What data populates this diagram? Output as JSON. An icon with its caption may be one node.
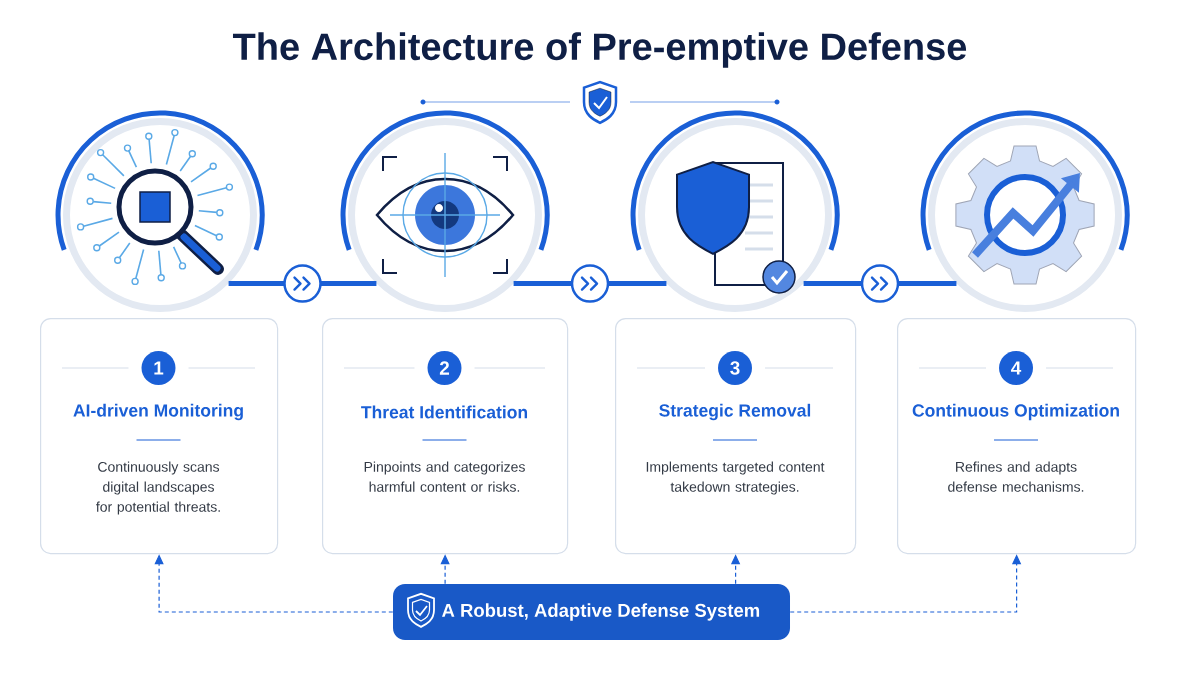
{
  "diagram": {
    "title": "The Architecture of Pre-emptive Defense",
    "nodes": [
      {
        "text": [],
        "shape": "circle"
      },
      {
        "text": [],
        "shape": "circle"
      },
      {
        "text": [],
        "shape": "circle"
      },
      {
        "text": [],
        "shape": "circle"
      },
      {
        "text": [
          "1",
          "AI-driven Monitoring",
          "Continuously scans digital landscapes for potential threats."
        ]
      },
      {
        "text": [
          "2",
          "Threat Identification",
          "Pinpoints and categorizes harmful content or risks."
        ]
      },
      {
        "text": [
          "3",
          "Strategic Removal",
          "Implements targeted content takedown strategies."
        ]
      },
      {
        "text": [
          "4",
          "Continuous Optimization",
          "Refines and adapts defense mechanisms."
        ]
      },
      {
        "text": [
          "A Robust, Adaptive Defense System"
        ]
      }
    ],
    "edges": [
      {
        "from": 0,
        "to": 1,
        "arrow": "to",
        "style": "thick"
      },
      {
        "from": 1,
        "to": 2,
        "arrow": "to",
        "style": "thick"
      },
      {
        "from": 2,
        "to": 3,
        "arrow": "to",
        "style": "thick"
      },
      {
        "from": 8,
        "to": 4,
        "arrow": "to",
        "style": "dashed"
      },
      {
        "from": 8,
        "to": 5,
        "arrow": "to",
        "style": "dashed"
      },
      {
        "from": 8,
        "to": 6,
        "arrow": "to",
        "style": "dashed"
      },
      {
        "from": 8,
        "to": 7,
        "arrow": "to",
        "style": "dashed"
      }
    ]
  }
}
